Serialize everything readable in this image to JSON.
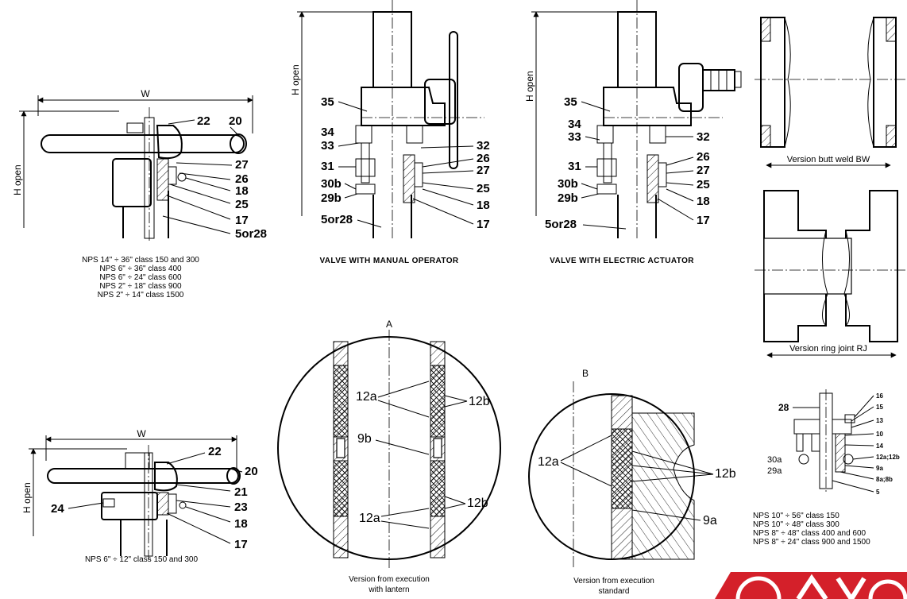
{
  "dims": {
    "w": "W",
    "h_open": "H open"
  },
  "views": {
    "lever_large": {
      "callouts": [
        "22",
        "20",
        "27",
        "26",
        "18",
        "25",
        "17",
        "5or28"
      ],
      "caption": [
        "NPS 14\" ÷ 36\" class 150 and 300",
        "NPS 6\" ÷ 36\" class 400",
        "NPS 6\" ÷ 24\" class 600",
        "NPS 2\" ÷ 18\" class 900",
        "NPS 2\" ÷ 14\" class 1500"
      ]
    },
    "manual": {
      "callouts": [
        "35",
        "34",
        "33",
        "32",
        "26",
        "27",
        "31",
        "25",
        "30b",
        "18",
        "29b",
        "17",
        "5or28"
      ],
      "caption": "VALVE WITH MANUAL OPERATOR"
    },
    "electric": {
      "callouts": [
        "35",
        "34",
        "33",
        "32",
        "26",
        "27",
        "31",
        "25",
        "30b",
        "18",
        "29b",
        "17",
        "5or28"
      ],
      "caption": "VALVE WITH ELECTRIC ACTUATOR"
    },
    "butt_weld": {
      "caption": "Version butt weld BW"
    },
    "ring_joint": {
      "caption": "Version ring joint RJ"
    },
    "lever_small": {
      "callouts": [
        "22",
        "20",
        "21",
        "24",
        "23",
        "18",
        "17"
      ],
      "caption": "NPS 6\" ÷ 12\" class 150 and 300"
    },
    "detail_a": {
      "letter": "A",
      "callouts": [
        "12a",
        "12b",
        "9b",
        "12a",
        "12b"
      ],
      "caption": [
        "Version from execution",
        "with lantern"
      ]
    },
    "detail_b": {
      "letter": "B",
      "callouts": [
        "12a",
        "12b",
        "9a"
      ],
      "caption": [
        "Version from execution",
        "standard"
      ]
    },
    "packing": {
      "callouts": [
        "28",
        "16",
        "15",
        "13",
        "10",
        "14",
        "12a;12b",
        "9a",
        "8a;8b",
        "5",
        "30a",
        "29a"
      ],
      "caption": [
        "NPS 10\" ÷ 56\" class 150",
        "NPS 10\" ÷ 48\" class 300",
        "NPS 8\" ÷ 48\" class 400 and 600",
        "NPS 8\" ÷ 24\" class 900 and 1500"
      ]
    }
  },
  "colors": {
    "ink": "#000000",
    "logo": "#d4202a",
    "paper": "#ffffff"
  },
  "icons": {
    "logo": "brand-logo-mark"
  }
}
